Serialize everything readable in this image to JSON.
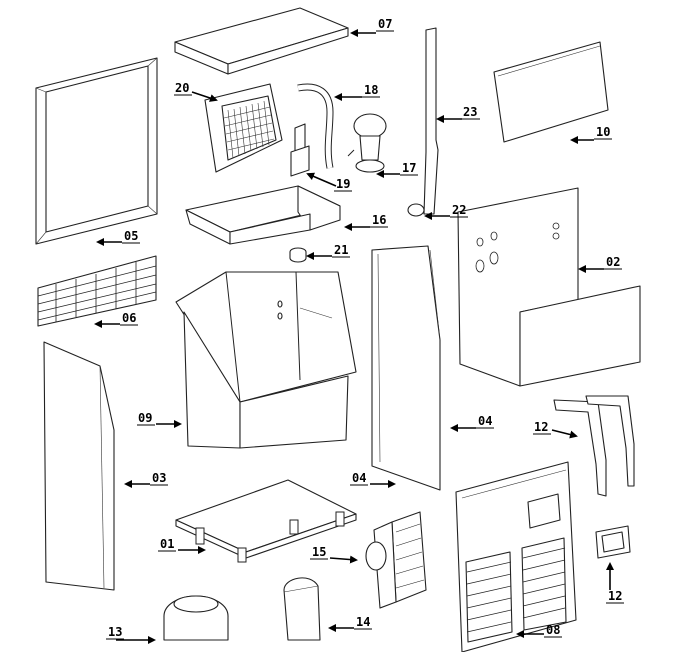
{
  "diagram": {
    "callouts": [
      {
        "id": "c07",
        "label": "07"
      },
      {
        "id": "c20",
        "label": "20"
      },
      {
        "id": "c18",
        "label": "18"
      },
      {
        "id": "c23",
        "label": "23"
      },
      {
        "id": "c10",
        "label": "10"
      },
      {
        "id": "c17",
        "label": "17"
      },
      {
        "id": "c19",
        "label": "19"
      },
      {
        "id": "c05",
        "label": "05"
      },
      {
        "id": "c16",
        "label": "16"
      },
      {
        "id": "c22",
        "label": "22"
      },
      {
        "id": "c21",
        "label": "21"
      },
      {
        "id": "c02",
        "label": "02"
      },
      {
        "id": "c06",
        "label": "06"
      },
      {
        "id": "c09",
        "label": "09"
      },
      {
        "id": "c04a",
        "label": "04"
      },
      {
        "id": "c12a",
        "label": "12"
      },
      {
        "id": "c03",
        "label": "03"
      },
      {
        "id": "c04b",
        "label": "04"
      },
      {
        "id": "c01",
        "label": "01"
      },
      {
        "id": "c15",
        "label": "15"
      },
      {
        "id": "c12b",
        "label": "12"
      },
      {
        "id": "c14",
        "label": "14"
      },
      {
        "id": "c13",
        "label": "13"
      },
      {
        "id": "c08",
        "label": "08"
      }
    ]
  }
}
